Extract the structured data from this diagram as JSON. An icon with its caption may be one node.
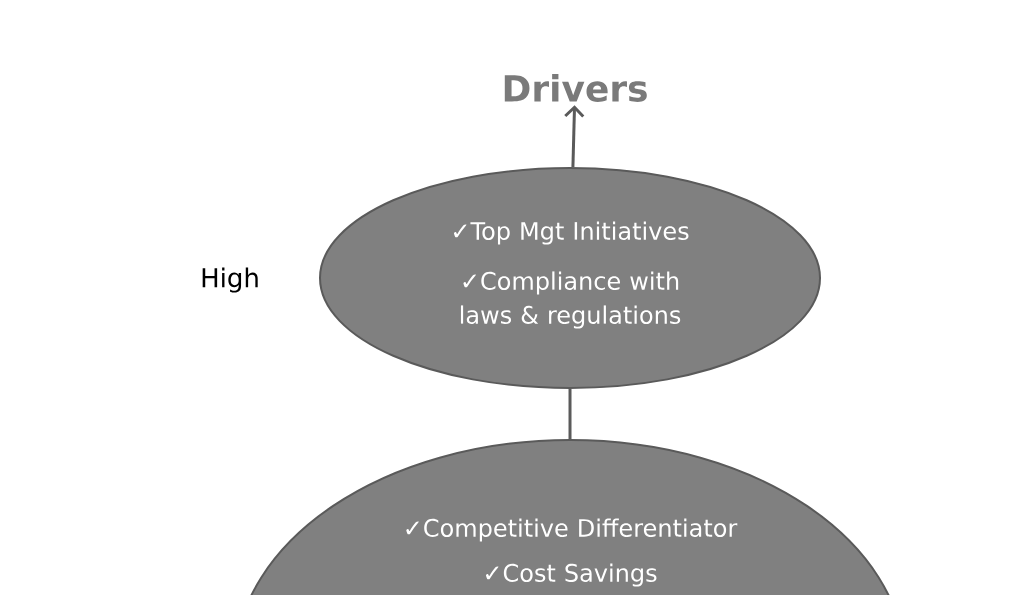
{
  "diagram": {
    "nodes": [
      {
        "text": [
          "Drivers"
        ]
      },
      {
        "text": [
          "✓Top Mgt Initiatives",
          "✓Compliance with laws & regulations"
        ]
      },
      {
        "text": [
          "✓Competitive Differentiator",
          "✓Cost Savings"
        ]
      }
    ],
    "edges": [
      {
        "from": 1,
        "to": 0,
        "arrow": "to"
      },
      {
        "from": 2,
        "to": 1,
        "arrow": "none"
      }
    ],
    "labels": [
      "High"
    ]
  }
}
